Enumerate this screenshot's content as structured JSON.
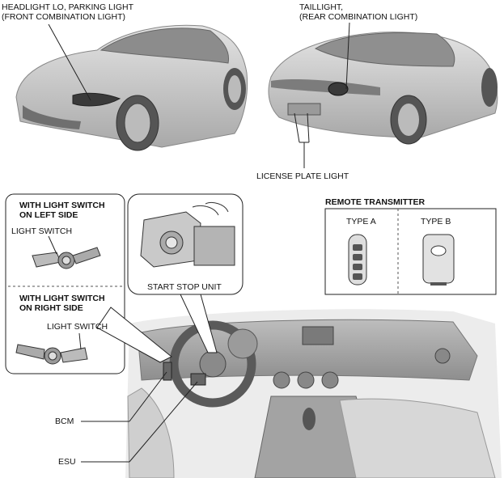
{
  "labels": {
    "headlight_line1": "HEADLIGHT LO, PARKING LIGHT",
    "headlight_line2": "(FRONT COMBINATION LIGHT)",
    "taillight_line1": "TAILLIGHT,",
    "taillight_line2": "(REAR COMBINATION LIGHT)",
    "license_plate": "LICENSE PLATE LIGHT",
    "left_side_line1": "WITH LIGHT SWITCH",
    "left_side_line2": "ON LEFT SIDE",
    "light_switch_left": "LIGHT SWITCH",
    "right_side_line1": "WITH LIGHT SWITCH",
    "right_side_line2": "ON RIGHT SIDE",
    "light_switch_right": "LIGHT SWITCH",
    "start_stop": "START STOP UNIT",
    "remote_title": "REMOTE TRANSMITTER",
    "type_a": "TYPE A",
    "type_b": "TYPE B",
    "bcm": "BCM",
    "esu": "ESU"
  },
  "colors": {
    "body_gray": "#c9c9c9",
    "dark_gray": "#7a7a7a",
    "line": "#222222"
  }
}
